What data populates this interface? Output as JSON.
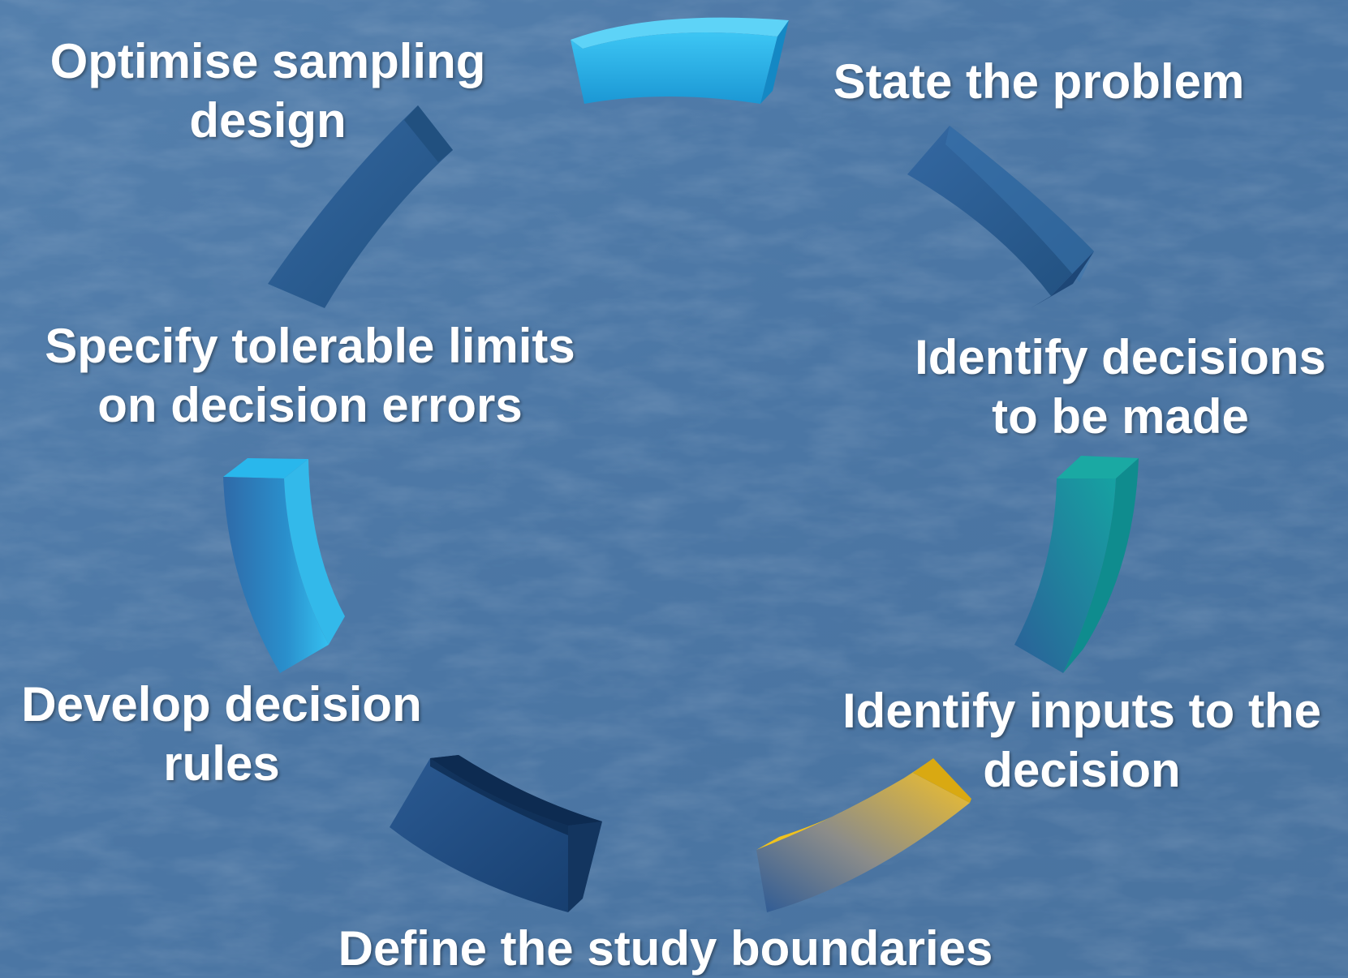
{
  "diagram": {
    "steps": [
      {
        "lines": [
          "State the problem"
        ],
        "color": "#2a5a92"
      },
      {
        "lines": [
          "Identify decisions",
          "to be made"
        ],
        "color": "#2a5a92"
      },
      {
        "lines": [
          "Identify inputs to the",
          "decision"
        ],
        "color": "#138f9a"
      },
      {
        "lines": [
          "Define the study boundaries"
        ],
        "color": "#e8b415"
      },
      {
        "lines": [
          "Develop decision",
          "rules"
        ],
        "color": "#143a6a"
      },
      {
        "lines": [
          "Specify tolerable limits",
          "on decision errors"
        ],
        "color": "#2fb4e2"
      },
      {
        "lines": [
          "Optimise sampling",
          "design"
        ],
        "color": "#2a5a92"
      }
    ],
    "top_segment_color": "#27b0e6",
    "background_color": "#4f79a6"
  }
}
